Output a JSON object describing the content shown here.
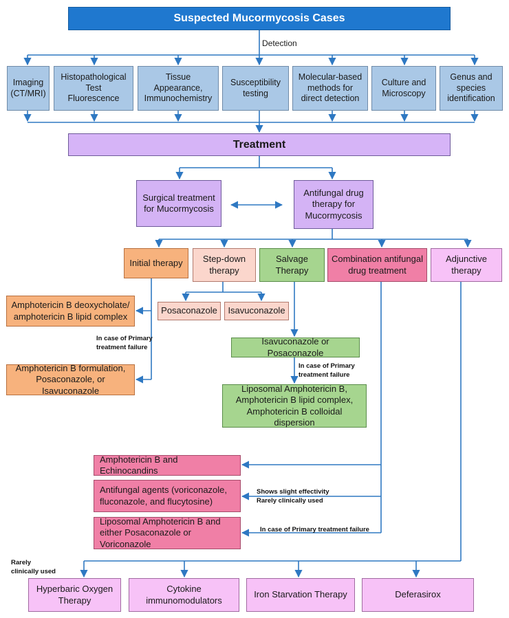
{
  "title": "Suspected Mucormycosis Cases",
  "detection_label": "Detection",
  "detection_methods": [
    "Imaging\n(CT/MRI)",
    "Histopathological\nTest\nFluorescence",
    "Tissue\nAppearance,\nImmunochemistry",
    "Susceptibility\ntesting",
    "Molecular-based\nmethods for\ndirect detection",
    "Culture and\nMicroscopy",
    "Genus and\nspecies\nidentification"
  ],
  "treatment": "Treatment",
  "surgical": "Surgical treatment\nfor Mucormycosis",
  "antifungal": "Antifungal drug\ntherapy for\nMucormycosis",
  "therapies": {
    "initial": "Initial therapy",
    "stepdown": "Step-down\ntherapy",
    "salvage": "Salvage\nTherapy",
    "combination": "Combination antifungal\ndrug treatment",
    "adjunctive": "Adjunctive\ntherapy"
  },
  "initial_first": "Amphotericin B deoxycholate/\namphotericin B lipid complex",
  "initial_second": "Amphotericin B formulation,\nPosaconazole, or Isavuconazole",
  "stepdown_options": [
    "Posaconazole",
    "Isavuconazole"
  ],
  "salvage_first": "Isavuconazole or Posaconazole",
  "salvage_second": "Liposomal Amphotericin B,\nAmphotericin B lipid complex,\nAmphotericin B colloidal dispersion",
  "combination_options": [
    "Amphotericin B and Echinocandins",
    "Antifungal agents (voriconazole,\nfluconazole, and flucytosine)",
    "Liposomal Amphotericin B and\neither Posaconazole or Voriconazole"
  ],
  "notes": {
    "initial_failure": "In case of Primary\ntreatment failure",
    "salvage_failure": "In case of Primary\ntreatment failure",
    "slight": "Shows slight effectivity\nRarely clinically used",
    "combo_failure": "In case of Primary treatment failure",
    "rarely": "Rarely\nclinically used"
  },
  "adjunctive_options": [
    "Hyperbaric Oxygen\nTherapy",
    "Cytokine\nimmunomodulators",
    "Iron Starvation Therapy",
    "Deferasirox"
  ],
  "colors": {
    "line": "#2e78c2",
    "header": "#1f78cf",
    "detection_box": "#aac8e6",
    "treatment_box": "#d6b4f7",
    "initial": "#f7b27d",
    "stepdown": "#fbd6cc",
    "salvage": "#a6d58f",
    "combination": "#f07fa6",
    "adjunctive": "#f7c2f7"
  }
}
